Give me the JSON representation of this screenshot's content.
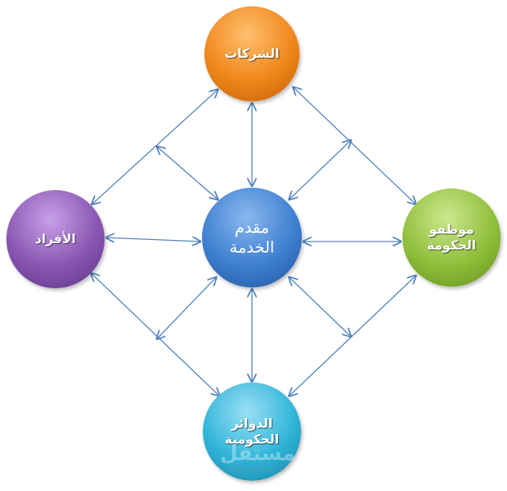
{
  "nodes": {
    "top": {
      "label": "الشركات",
      "color": "#f0861a"
    },
    "left": {
      "label": "الأفراد",
      "color": "#8855b0"
    },
    "center": {
      "line1": "مقدم",
      "line2": "الخدمة",
      "color": "#3d7fd0"
    },
    "right": {
      "line1": "موظفو",
      "line2": "الحكومة",
      "color": "#8fbe3a"
    },
    "bottom": {
      "line1": "الدوائر",
      "line2": "الحكومية",
      "color": "#2fb4d8"
    }
  },
  "watermark": {
    "arabic": "مستقل",
    "latin": "mostaql.com"
  },
  "arrow_color": "#4f81bd"
}
